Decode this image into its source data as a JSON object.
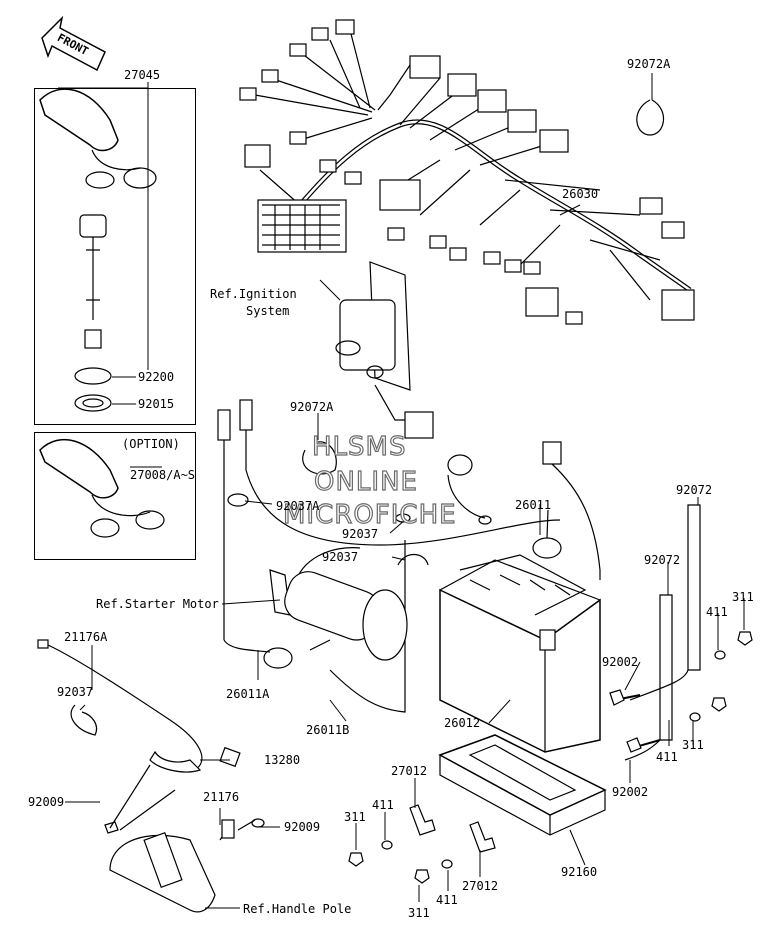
{
  "front_arrow": "FRONT",
  "option_label": "(OPTION)",
  "watermark": [
    "HLSMS",
    "ONLINE",
    "MICROFICHE"
  ],
  "refs": {
    "ignition": [
      "Ref.Ignition",
      "System"
    ],
    "starter": "Ref.Starter Motor",
    "handle_pole": "Ref.Handle Pole"
  },
  "parts": {
    "p27045": "27045",
    "p92072A_top": "92072A",
    "p26030": "26030",
    "p92200": "92200",
    "p92015": "92015",
    "p27008": "27008/A~S",
    "p92072A_mid": "92072A",
    "p92037A": "92037A",
    "p92037_a": "92037",
    "p92037_b": "92037",
    "p26011": "26011",
    "p92072_r1": "92072",
    "p92072_r2": "92072",
    "p311_r1": "311",
    "p411_r1": "411",
    "p92002_1": "92002",
    "p26011A": "26011A",
    "p26011B": "26011B",
    "p26012": "26012",
    "p21176A": "21176A",
    "p92037_c": "92037",
    "p13280": "13280",
    "p92009_a": "92009",
    "p21176": "21176",
    "p92009_b": "92009",
    "p27012_a": "27012",
    "p411_a": "411",
    "p311_a": "311",
    "p27012_b": "27012",
    "p411_b": "411",
    "p311_b": "311",
    "p92160": "92160",
    "p411_r2": "411",
    "p311_r2": "311",
    "p92002_2": "92002"
  }
}
